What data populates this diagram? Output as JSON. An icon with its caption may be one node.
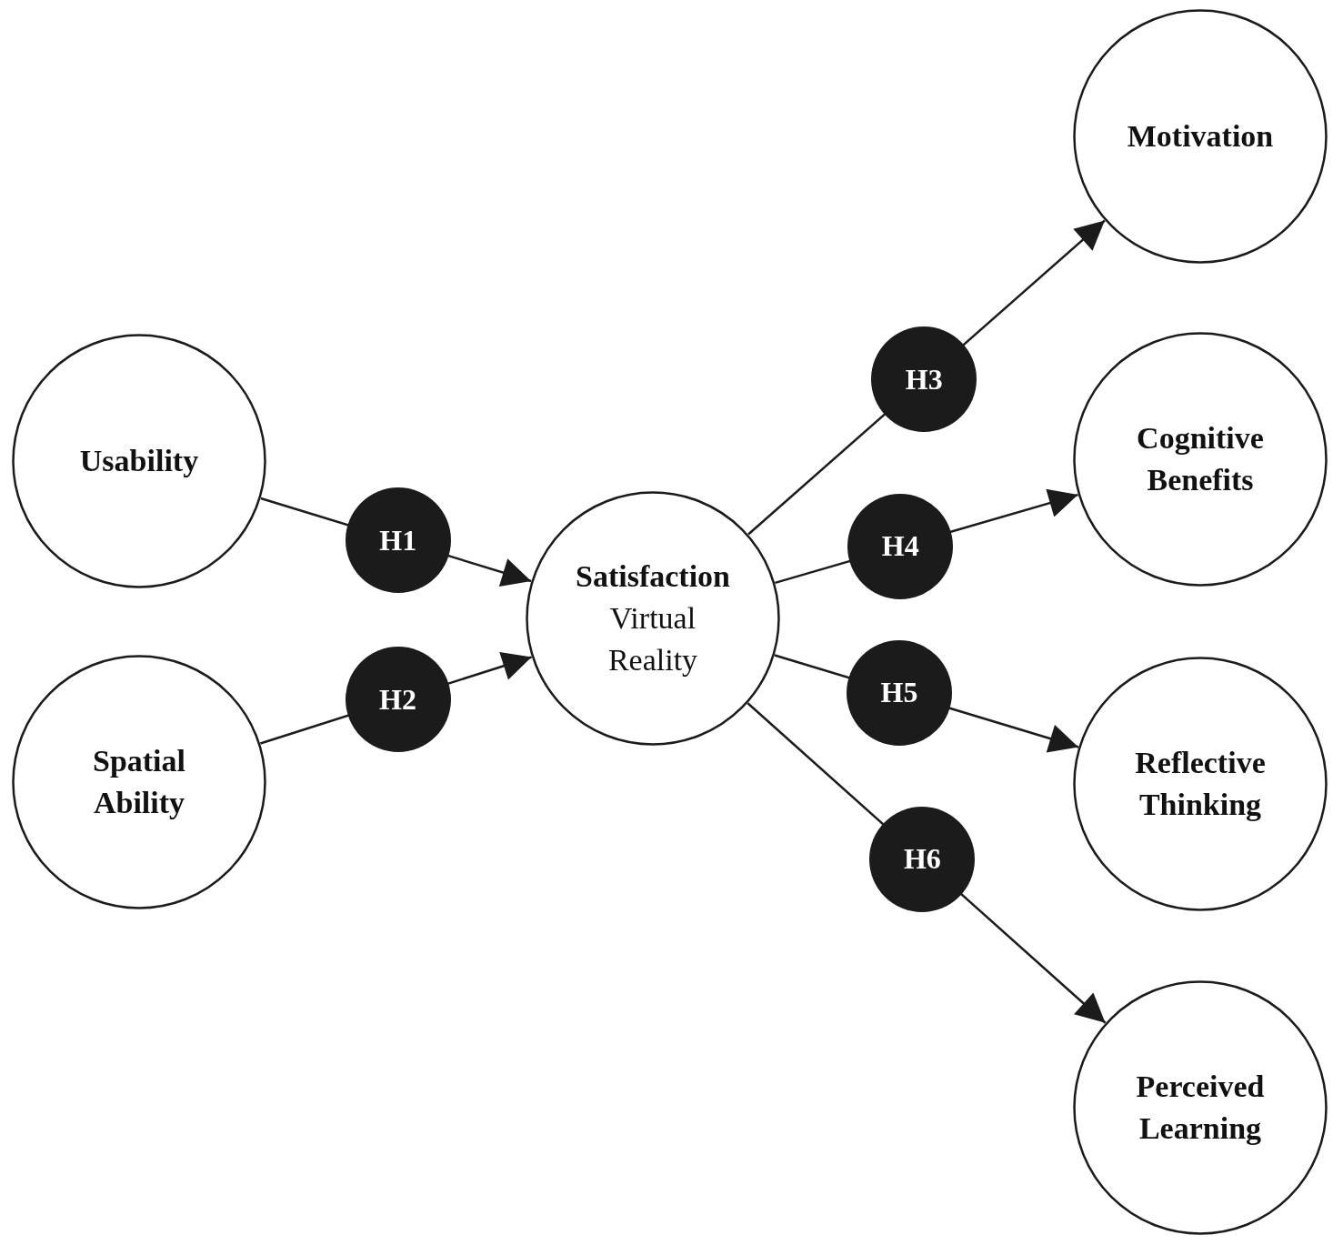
{
  "diagram": {
    "nodes": [
      {
        "text": [
          "Usability"
        ]
      },
      {
        "text": [
          "Spatial Ability"
        ]
      },
      {
        "text": [
          "Satisfaction",
          "Virtual Reality"
        ]
      },
      {
        "text": [
          "Motivation"
        ]
      },
      {
        "text": [
          "Cognitive Benefits"
        ]
      },
      {
        "text": [
          "Reflective Thinking"
        ]
      },
      {
        "text": [
          "Perceived Learning"
        ]
      }
    ],
    "edges": [
      {
        "from": 0,
        "to": 2,
        "arrow": "to",
        "label": "H1"
      },
      {
        "from": 1,
        "to": 2,
        "arrow": "to",
        "label": "H2"
      },
      {
        "from": 2,
        "to": 3,
        "arrow": "to",
        "label": "H3"
      },
      {
        "from": 2,
        "to": 4,
        "arrow": "to",
        "label": "H4"
      },
      {
        "from": 2,
        "to": 5,
        "arrow": "to",
        "label": "H5"
      },
      {
        "from": 2,
        "to": 6,
        "arrow": "to",
        "label": "H6"
      }
    ]
  }
}
